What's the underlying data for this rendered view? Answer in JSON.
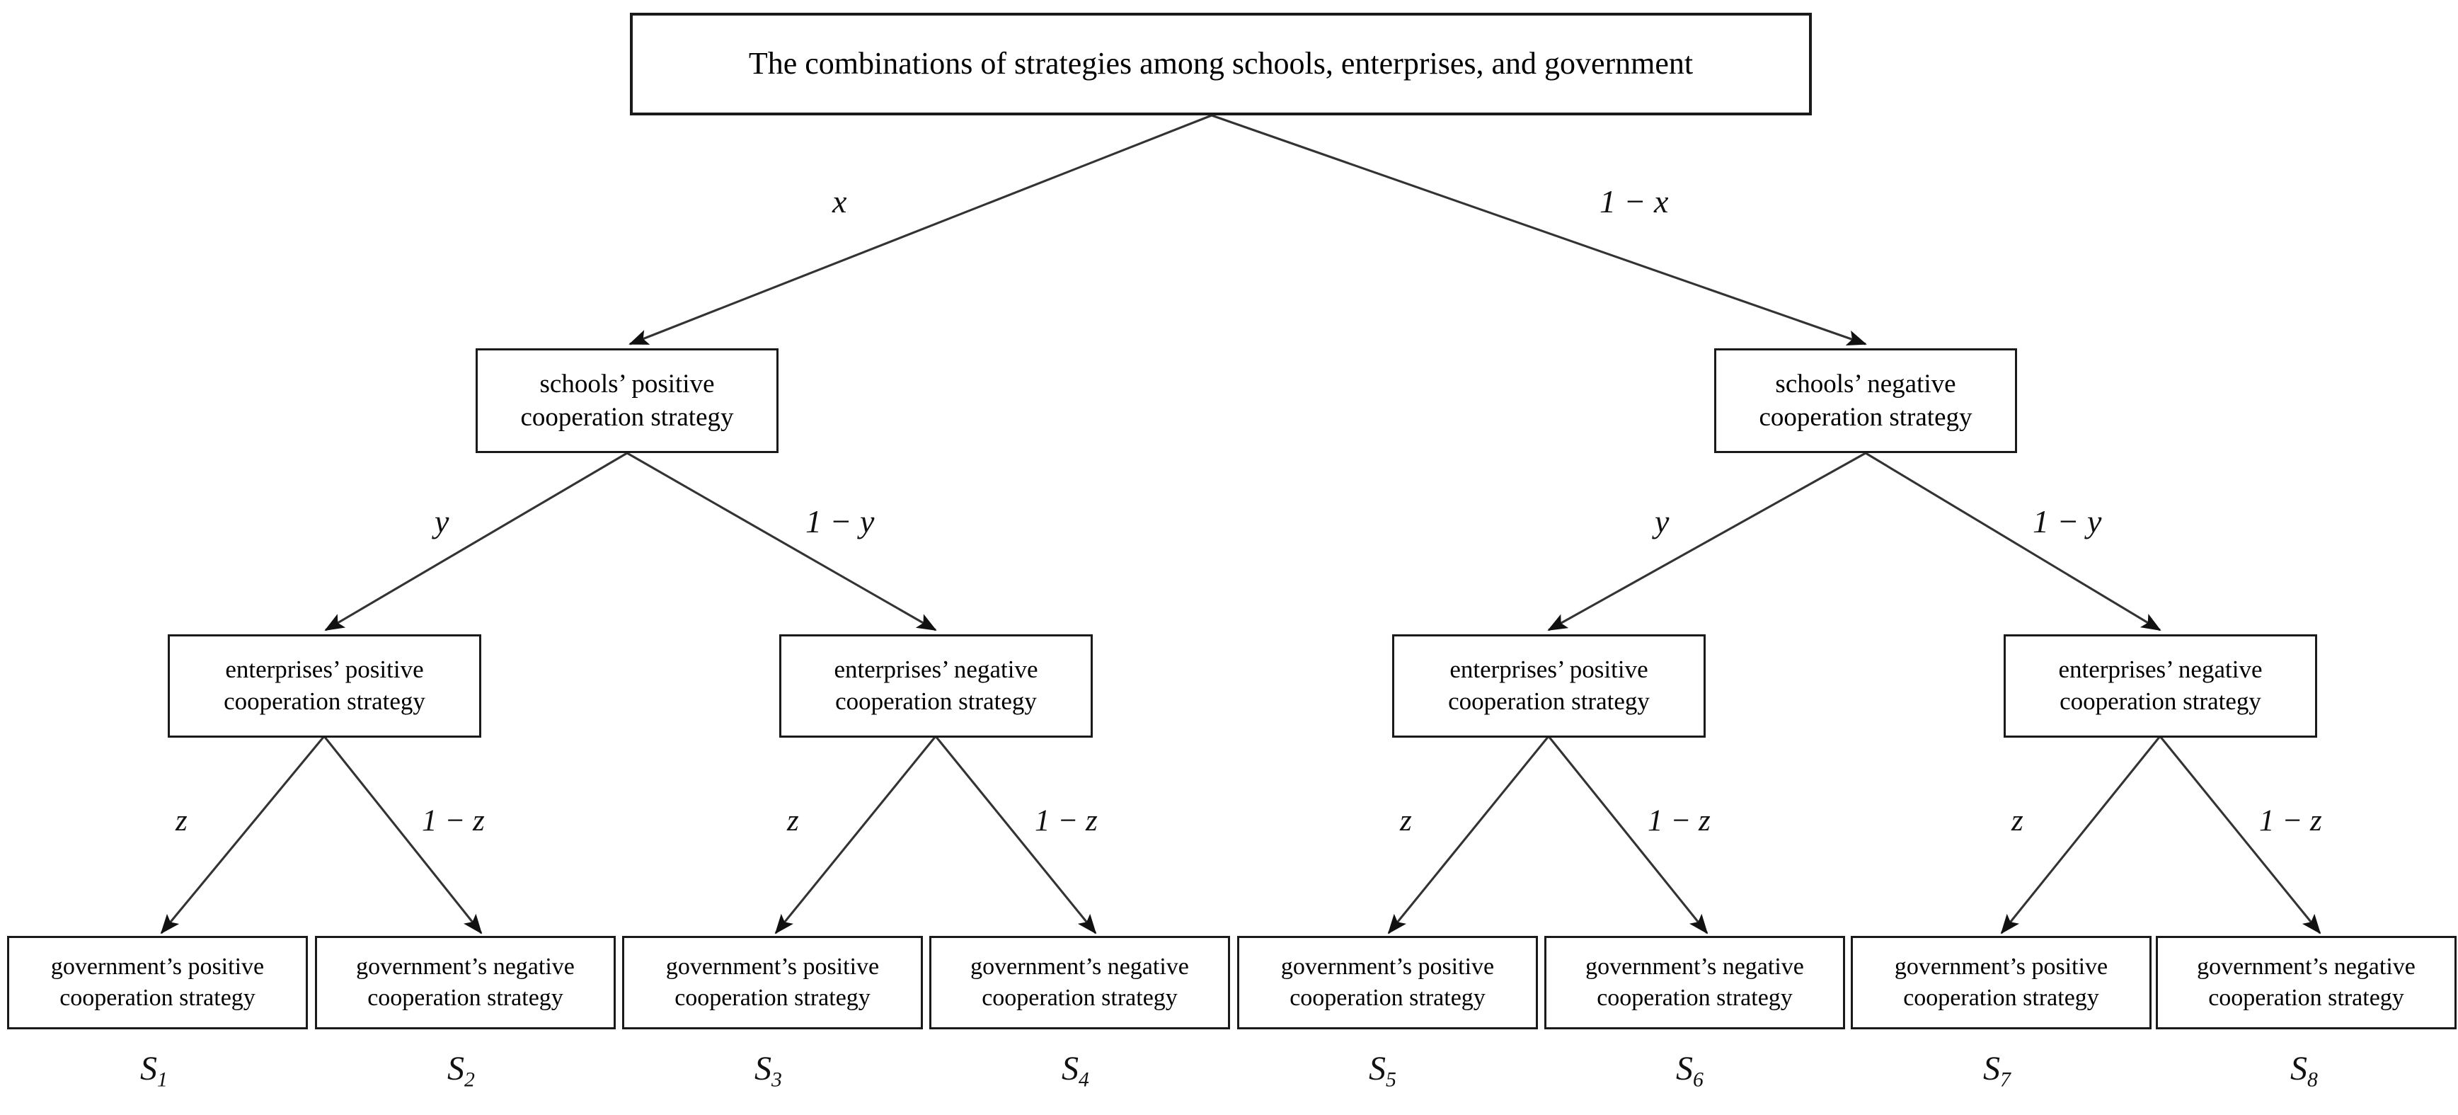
{
  "figure": {
    "type": "decision-tree-diagram",
    "title": "The combinations of strategies among schools, enterprises, and government",
    "background_color": "#ffffff",
    "line_color": "#1a1a1a",
    "box_border_color": "#1a1a1a"
  },
  "root": {
    "label": "The combinations of strategies among schools, enterprises, and government"
  },
  "level2": {
    "probability_labels": [
      "x",
      "1 − x"
    ],
    "nodes": [
      {
        "line1": "schools’ positive",
        "line2": "cooperation strategy",
        "prob": "x"
      },
      {
        "line1": "schools’ negative",
        "line2": "cooperation strategy",
        "prob": "1 − x"
      }
    ]
  },
  "level3": {
    "probability_labels": [
      "y",
      "1 − y",
      "y",
      "1 − y"
    ],
    "nodes": [
      {
        "line1": "enterprises’ positive",
        "line2": "cooperation strategy",
        "prob": "y"
      },
      {
        "line1": "enterprises’ negative",
        "line2": "cooperation strategy",
        "prob": "1 − y"
      },
      {
        "line1": "enterprises’ positive",
        "line2": "cooperation strategy",
        "prob": "y"
      },
      {
        "line1": "enterprises’ negative",
        "line2": "cooperation strategy",
        "prob": "1 − y"
      }
    ]
  },
  "level4": {
    "probability_labels": [
      "z",
      "1 − z",
      "z",
      "1 − z",
      "z",
      "1 − z",
      "z",
      "1 − z"
    ],
    "nodes": [
      {
        "line1": "government’s positive",
        "line2": "cooperation strategy",
        "prob": "z",
        "outcome": "S",
        "outcome_sub": "1"
      },
      {
        "line1": "government’s negative",
        "line2": "cooperation strategy",
        "prob": "1 − z",
        "outcome": "S",
        "outcome_sub": "2"
      },
      {
        "line1": "government’s positive",
        "line2": "cooperation strategy",
        "prob": "z",
        "outcome": "S",
        "outcome_sub": "3"
      },
      {
        "line1": "government’s negative",
        "line2": "cooperation strategy",
        "prob": "1 − z",
        "outcome": "S",
        "outcome_sub": "4"
      },
      {
        "line1": "government’s positive",
        "line2": "cooperation strategy",
        "prob": "z",
        "outcome": "S",
        "outcome_sub": "5"
      },
      {
        "line1": "government’s negative",
        "line2": "cooperation strategy",
        "prob": "1 − z",
        "outcome": "S",
        "outcome_sub": "6"
      },
      {
        "line1": "government’s positive",
        "line2": "cooperation strategy",
        "prob": "z",
        "outcome": "S",
        "outcome_sub": "7"
      },
      {
        "line1": "government’s negative",
        "line2": "cooperation strategy",
        "prob": "1 − z",
        "outcome": "S",
        "outcome_sub": "8"
      }
    ]
  },
  "outcome_labels": [
    "S1",
    "S2",
    "S3",
    "S4",
    "S5",
    "S6",
    "S7",
    "S8"
  ]
}
